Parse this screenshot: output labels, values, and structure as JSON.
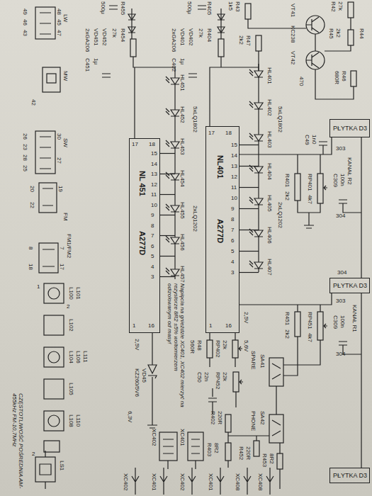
{
  "diagram": {
    "nodes": [
      {
        "text": [
          "NL 451",
          "A277D"
        ]
      },
      {
        "text": [
          "NL401",
          "A277D"
        ]
      },
      {
        "text": [
          "PŁYTKA D3"
        ]
      },
      {
        "text": [
          "PŁYTKA D3"
        ]
      },
      {
        "text": [
          "PŁYTKA D3"
        ]
      }
    ],
    "labels": [
      "LW",
      "MW",
      "SW",
      "FM",
      "FM1/FM2",
      "49",
      "46",
      "43",
      "48",
      "45",
      "47",
      "42",
      "26",
      "23",
      "28",
      "25",
      "30",
      "27",
      "20",
      "22",
      "19",
      "8",
      "18",
      "7",
      "17",
      "L100",
      "L101",
      "L102",
      "L104",
      "L106",
      "L111",
      "L105",
      "L108",
      "L110",
      "1",
      "2",
      "CZĘSTOTLIWOŚĆ POŚREDNIA AM-455kHz FM-10,7MHz",
      "LS1",
      "2",
      "R455",
      "500μ",
      "2xGA206",
      "VD451",
      "VD452",
      "C451",
      "1μ",
      "27k",
      "R454",
      "R405",
      "500μ",
      "2xGA206",
      "VD401",
      "VD402",
      "C402",
      "1μ",
      "27k",
      "R404",
      "1k5",
      "R43",
      "2k2",
      "R47",
      "VT41",
      "KC238",
      "VT42",
      "R45",
      "2k2",
      "R44",
      "27k",
      "R42",
      "680R",
      "R46",
      "470",
      "HL451",
      "HL452",
      "HL453",
      "HL454",
      "HL455",
      "HL456",
      "HL457",
      "5xLQ1802",
      "2xLQ1202",
      "HL401",
      "HL402",
      "HL403",
      "HL404",
      "HL405",
      "HL406",
      "HL407",
      "5xLQ1802",
      "2xLQ1202",
      "17",
      "18",
      "15",
      "14",
      "13",
      "12",
      "11",
      "10",
      "9",
      "8",
      "7",
      "6",
      "5",
      "4",
      "3",
      "1",
      "16",
      "17",
      "18",
      "15",
      "14",
      "13",
      "12",
      "11",
      "10",
      "9",
      "8",
      "7",
      "6",
      "5",
      "4",
      "3",
      "1",
      "16",
      "2,5V",
      "560R",
      "R48",
      "RP402",
      "22k",
      "5,6V",
      "2,5V",
      "VD45",
      "KZ260/5V6",
      "C50",
      "22n",
      "RP452",
      "22k",
      "C49",
      "1n0",
      "303",
      "KANAŁ R2",
      "C309",
      "100n",
      "R401",
      "2k2",
      "RP401",
      "4k7",
      "304",
      "304",
      "303",
      "R451",
      "2k2",
      "RP451",
      "4k7",
      "C309",
      "100n",
      "KANAŁ R1",
      "304",
      "SA41",
      "SPARE",
      "SA42",
      "PHONE",
      "R402",
      "220R",
      "R452",
      "220R",
      "R403",
      "8R2",
      "R453",
      "8R2",
      "XC401",
      "XC402",
      "6,3V",
      "XC402",
      "XC401",
      "XC402",
      "XC401",
      "XC408",
      "XC408",
      "Napięcia na gnieździe XC401, XC402 mierzyć na rezystorze 8R2 ±5% woltomierzem odizolowanym od masy!"
    ]
  }
}
